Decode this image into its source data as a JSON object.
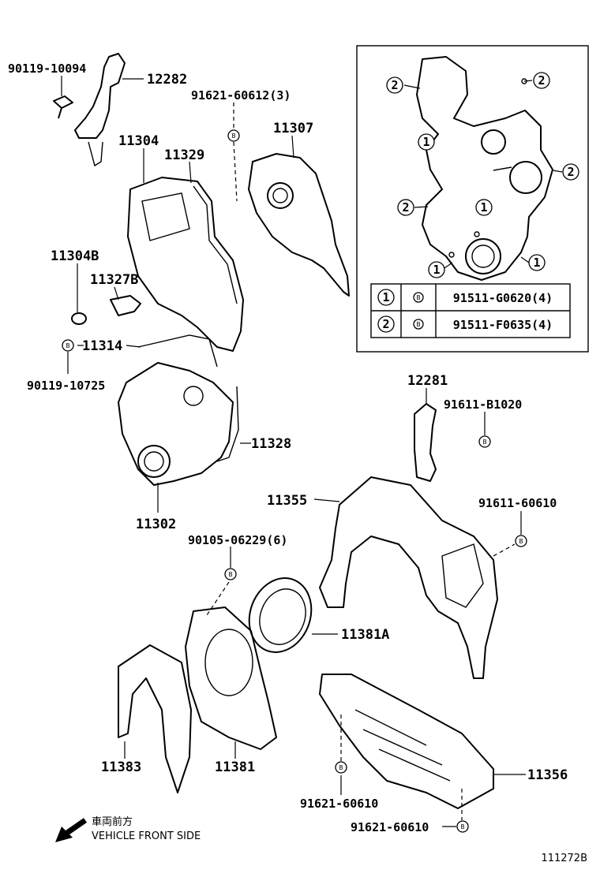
{
  "callouts": {
    "c1": "90119-10094",
    "c2": "12282",
    "c3": "91621-60612(3)",
    "c4": "11307",
    "c5": "11304",
    "c6": "11329",
    "c7": "11304B",
    "c8": "11327B",
    "c9": "11314",
    "c10": "90119-10725",
    "c11": "11328",
    "c12": "11302",
    "c13": "12281",
    "c14": "91611-B1020",
    "c15": "11355",
    "c16": "91611-60610",
    "c17": "90105-06229(6)",
    "c18": "11381A",
    "c19": "11383",
    "c20": "11381",
    "c21": "11356",
    "c22": "91621-60610",
    "c23": "91621-60610"
  },
  "inset": {
    "markers": {
      "one": "1",
      "two": "2"
    },
    "bolt_symbol": "B",
    "table": [
      {
        "mark": "1",
        "part": "91511-G0620(4)"
      },
      {
        "mark": "2",
        "part": "91511-F0635(4)"
      }
    ]
  },
  "footer": {
    "direction_jp": "車両前方",
    "direction_en": "VEHICLE FRONT SIDE",
    "figure_id": "111272B"
  }
}
